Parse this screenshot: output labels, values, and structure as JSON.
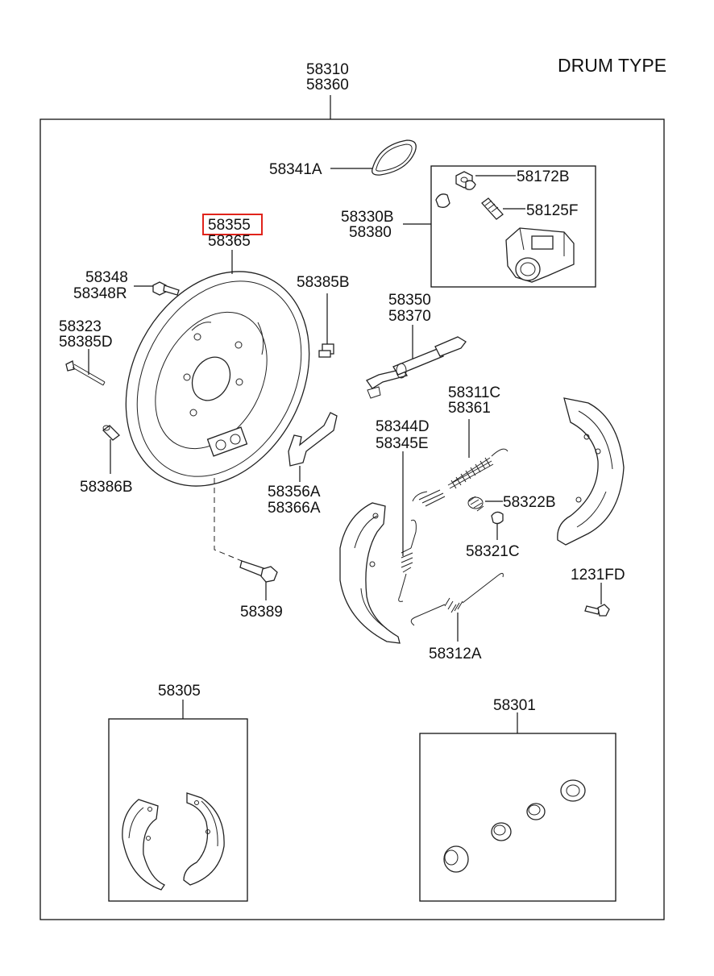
{
  "title": "DRUM TYPE",
  "highlight_color": "#e0231b",
  "labels": {
    "assembly": [
      "58310",
      "58360"
    ],
    "ring": "58341A",
    "bleeder_cap": "58172B",
    "wheel_cyl": [
      "58330B",
      "58380"
    ],
    "bleeder": "58125F",
    "plate": [
      "58355",
      "58365"
    ],
    "bolt": [
      "58348",
      "58348R"
    ],
    "plug": "58385B",
    "pin": [
      "58323",
      "58385D"
    ],
    "adjuster": [
      "58350",
      "58370"
    ],
    "plug2": "58386B",
    "spring_upper": [
      "58311C",
      "58361"
    ],
    "lever": [
      "58356A",
      "58366A"
    ],
    "hold_spring": [
      "58344D",
      "58345E"
    ],
    "spring_small": "58322B",
    "cup": "58321C",
    "screw": "1231FD",
    "bolt2": "58389",
    "spring_lower": "58312A",
    "shoe_kit": "58305",
    "repair_kit": "58301"
  }
}
